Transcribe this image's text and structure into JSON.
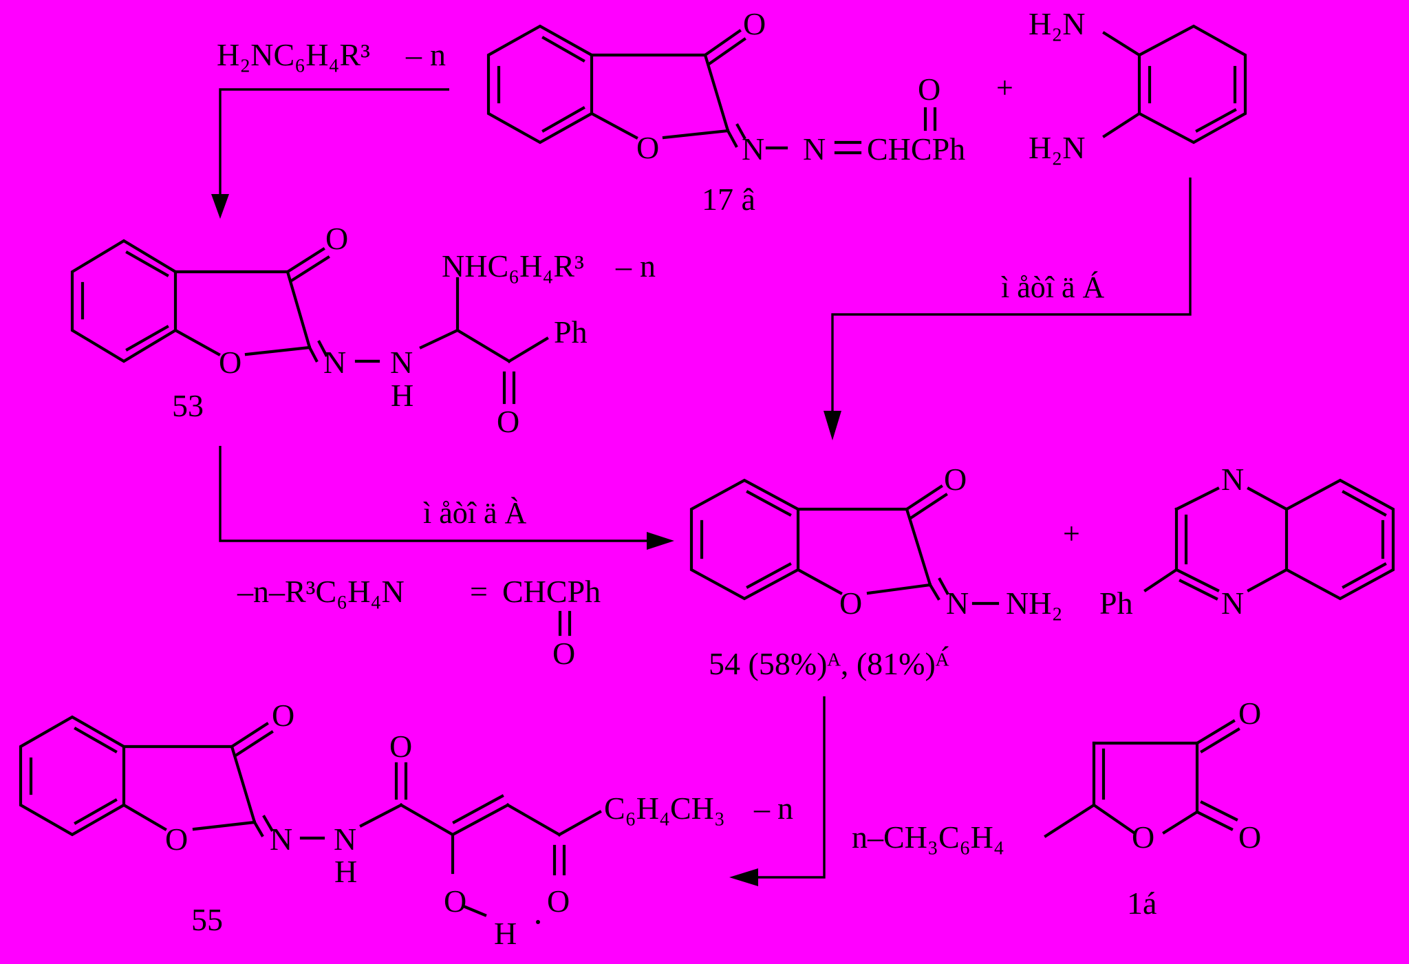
{
  "compounds": {
    "c17": {
      "label": "17 â",
      "O_ketone": "O",
      "O_ring": "O",
      "N1": "N",
      "N2": "N",
      "eq": "=",
      "chain": "CHCPh",
      "O_acyl": "O"
    },
    "diamine": {
      "NH2_top": "H₂N",
      "NH2_bottom": "H₂N"
    },
    "c53": {
      "label": "53",
      "O_ketone": "O",
      "O_ring": "O",
      "N": "N",
      "NH_N": "N",
      "NH_H": "H",
      "subst": "NHC₆H₄R³",
      "subst_dash": "–",
      "subst_n": "n",
      "Ph": "Ph",
      "O_acyl": "O"
    },
    "c54": {
      "label": "54 (58%)ᴬ, (81%)ᴬ́",
      "O_ketone": "O",
      "O_ring": "O",
      "N": "N",
      "NH2": "NH₂"
    },
    "quinoxaline": {
      "N_top": "N",
      "N_bottom": "N",
      "Ph": "Ph"
    },
    "c55": {
      "label": "55",
      "O_ketone": "O",
      "O_ring": "O",
      "N": "N",
      "NH_N": "N",
      "NH_H": "H",
      "O_amide": "O",
      "aryl": "C₆H₄CH₃",
      "aryl_dash": "–",
      "aryl_n": "n",
      "O_keto": "O",
      "O_enol": "O",
      "H_bridge": "H"
    },
    "c1a": {
      "label": "1á",
      "O_ketone": "O",
      "O_lactone": "O",
      "O_ring": "O",
      "aryl": "n–CH₃C₆H₄"
    }
  },
  "reagents": {
    "amine": "H₂NC₆H₄R³",
    "amine_dash": "–",
    "amine_n": "n",
    "plus_top": "+",
    "plus_mid": "+",
    "byproduct": "–n–R³C₆H₄N",
    "byproduct_eq": "=",
    "byproduct_chain": "CHCPh",
    "byproduct_O": "O"
  },
  "conditions": {
    "methodB": "ì åòî ä Á",
    "methodA": "ì åòî ä À"
  }
}
